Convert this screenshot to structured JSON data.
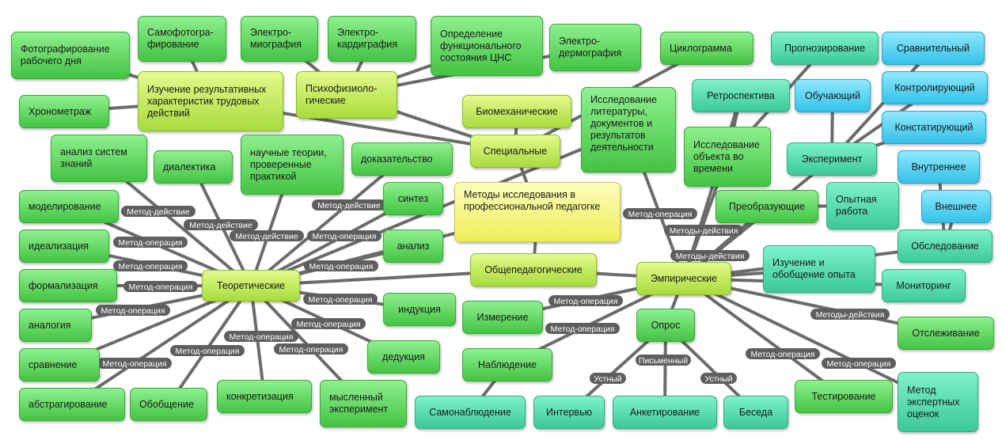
{
  "nodes": {
    "center": "Методы исследования в профессиональной педагогке",
    "spec": "Специальные",
    "obsh": "Общепедагогические",
    "teor": "Теоретические",
    "emp": "Эмпирические",
    "biomech": "Биомеханические",
    "psych": "Психофизиоло-гические",
    "izuch": "Изучение результативных характеристик трудовых действий",
    "foto": "Фотографирование рабочего дня",
    "samofoto": "Самофотогра-фирование",
    "emg": "Электро-миография",
    "ekg": "Электро-кардиграфия",
    "cns": "Определение функционального состояния ЦНС",
    "edg": "Электро-дермография",
    "cyclo": "Циклограмма",
    "hrono": "Хронометраж",
    "anal_sys": "анализ систем знаний",
    "dialekt": "диалектика",
    "nauch": "научные теории, проверенные практикой",
    "dokaz": "доказательство",
    "sintez": "синтез",
    "analiz": "анализ",
    "induk": "индукция",
    "deduk": "дедукция",
    "modelir": "моделирование",
    "ideal": "идеализация",
    "formal": "формализация",
    "analog": "аналогия",
    "sravn": "сравнение",
    "abstr": "абстрагирование",
    "obobsh": "Обобщение",
    "konkr": "конкретизация",
    "mysl": "мысленный эксперимент",
    "liter": "Исследование литературы, документов и результатов деятельности",
    "vremya": "Исследование объекта во времени",
    "retro": "Ретроспектива",
    "prognoz": "Прогнозирование",
    "sravnit": "Сравнительный",
    "obuch": "Обучающий",
    "kontrol": "Контролирующий",
    "konstat": "Констатирующий",
    "experim": "Эксперимент",
    "vnutr": "Внутреннее",
    "vneshn": "Внешнее",
    "preobr": "Преобразующие",
    "opyt_rab": "Опытная работа",
    "obsled": "Обследование",
    "izuch_opyt": "Изучение и обобщение опыта",
    "monitor": "Мониторинг",
    "otslezh": "Отслеживание",
    "izmer": "Измерение",
    "opros": "Опрос",
    "nabl": "Наблюдение",
    "samonabl": "Самонаблюдение",
    "intervju": "Интервью",
    "anket": "Анкетирование",
    "beseda": "Беседа",
    "test": "Тестирование",
    "ekspert": "Метод экспертных оценок"
  },
  "edge_labels": {
    "md": "Метод-действие",
    "mo": "Метод-операция",
    "mdp": "Методы-действия",
    "ust": "Устный",
    "pis": "Письменный"
  }
}
